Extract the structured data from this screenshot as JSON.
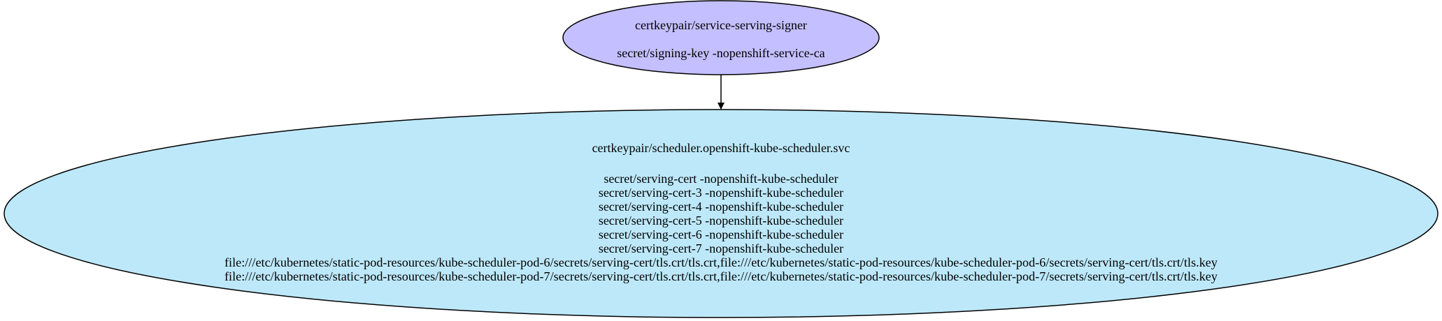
{
  "graph": {
    "nodes": [
      {
        "id": "signer",
        "fill": "#c4bfff",
        "stroke": "#000000",
        "title": "certkeypair/service-serving-signer",
        "lines": [
          "secret/signing-key -nopenshift-service-ca"
        ]
      },
      {
        "id": "scheduler",
        "fill": "#bde8f9",
        "stroke": "#000000",
        "title": "certkeypair/scheduler.openshift-kube-scheduler.svc",
        "lines": [
          "secret/serving-cert -nopenshift-kube-scheduler",
          "secret/serving-cert-3 -nopenshift-kube-scheduler",
          "secret/serving-cert-4 -nopenshift-kube-scheduler",
          "secret/serving-cert-5 -nopenshift-kube-scheduler",
          "secret/serving-cert-6 -nopenshift-kube-scheduler",
          "secret/serving-cert-7 -nopenshift-kube-scheduler",
          "file:///etc/kubernetes/static-pod-resources/kube-scheduler-pod-6/secrets/serving-cert/tls.crt/tls.crt,file:///etc/kubernetes/static-pod-resources/kube-scheduler-pod-6/secrets/serving-cert/tls.crt/tls.key",
          "file:///etc/kubernetes/static-pod-resources/kube-scheduler-pod-7/secrets/serving-cert/tls.crt/tls.crt,file:///etc/kubernetes/static-pod-resources/kube-scheduler-pod-7/secrets/serving-cert/tls.crt/tls.key"
        ]
      }
    ],
    "edges": [
      {
        "from": "signer",
        "to": "scheduler",
        "color": "#000000"
      }
    ]
  }
}
